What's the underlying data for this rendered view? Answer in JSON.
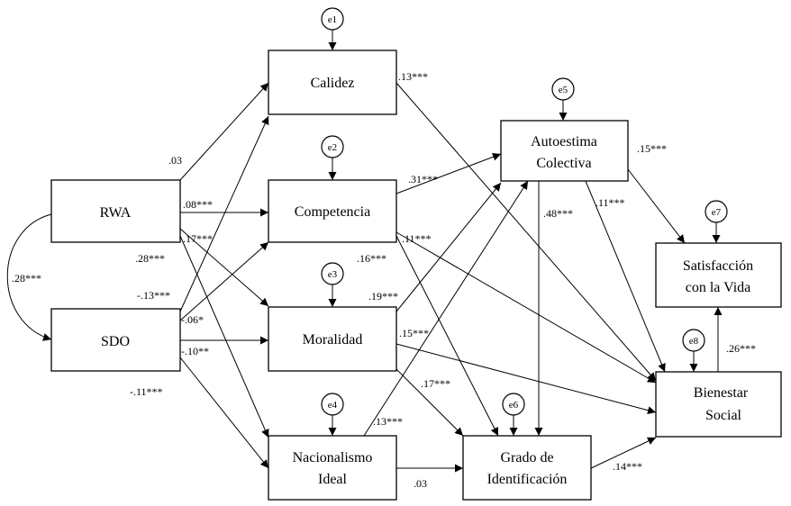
{
  "nodes": {
    "calidez": {
      "lines": [
        "Calidez"
      ]
    },
    "competencia": {
      "lines": [
        "Competencia"
      ]
    },
    "moralidad": {
      "lines": [
        "Moralidad"
      ]
    },
    "nacionalismo": {
      "lines": [
        "Nacionalismo",
        "Ideal"
      ]
    },
    "rwa": {
      "lines": [
        "RWA"
      ]
    },
    "sdo": {
      "lines": [
        "SDO"
      ]
    },
    "autoestima": {
      "lines": [
        "Autoestima",
        "Colectiva"
      ]
    },
    "grado": {
      "lines": [
        "Grado de",
        "Identificación"
      ]
    },
    "satisfaccion": {
      "lines": [
        "Satisfacción",
        "con la Vida"
      ]
    },
    "bienestar": {
      "lines": [
        "Bienestar",
        "Social"
      ]
    }
  },
  "errors": [
    "e1",
    "e2",
    "e3",
    "e4",
    "e5",
    "e6",
    "e7",
    "e8"
  ],
  "coefficients": {
    "rwa_calidez": ".03",
    "rwa_competencia": ".08***",
    "rwa_moralidad": ".28***",
    "rwa_nacionalismo": ".17***",
    "sdo_calidez": "-.13***",
    "sdo_competencia": "-.06*",
    "sdo_moralidad": "-.10**",
    "sdo_nacionalismo": "-.11***",
    "rwa_sdo": ".28***",
    "calidez_bienestar": ".13***",
    "competencia_autoestima": ".31***",
    "competencia_bienestar": ".11***",
    "competencia_grado": ".16***",
    "moralidad_autoestima": ".19***",
    "moralidad_bienestar": ".15***",
    "moralidad_grado": ".17***",
    "nacionalismo_autoestima": ".13***",
    "nacionalismo_grado": ".03",
    "autoestima_satisfaccion": ".15***",
    "autoestima_grado": ".48***",
    "autoestima_bienestar": ".11***",
    "grado_bienestar": ".14***",
    "bienestar_satisfaccion": ".26***"
  }
}
